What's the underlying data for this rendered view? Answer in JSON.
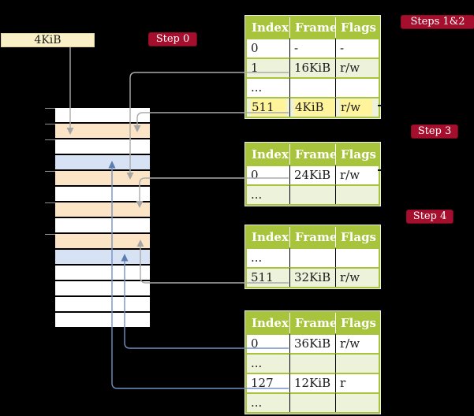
{
  "frame_box": {
    "label": "4KiB"
  },
  "step_badges": [
    {
      "label": "Step 0"
    },
    {
      "label": "Steps 1&2"
    },
    {
      "label": "Step 3"
    },
    {
      "label": "Step 4"
    }
  ],
  "memory_stack": {
    "rows": [
      "white",
      "orange",
      "white",
      "blue",
      "orange",
      "white",
      "orange",
      "white",
      "orange",
      "blue",
      "white",
      "white",
      "white",
      "white"
    ],
    "tick_rows": [
      0,
      1,
      2,
      4,
      6,
      8
    ]
  },
  "page_tables": [
    {
      "headers": [
        "Index",
        "Frame",
        "Flags"
      ],
      "rows": [
        [
          "0",
          "-",
          "-"
        ],
        [
          "1",
          "16KiB",
          "r/w"
        ],
        [
          "...",
          "",
          ""
        ],
        [
          "511",
          "4KiB",
          "r/w"
        ]
      ],
      "highlight_row": 3
    },
    {
      "headers": [
        "Index",
        "Frame",
        "Flags"
      ],
      "rows": [
        [
          "0",
          "24KiB",
          "r/w"
        ],
        [
          "...",
          "",
          ""
        ]
      ],
      "highlight_row": -1
    },
    {
      "headers": [
        "Index",
        "Frame",
        "Flags"
      ],
      "rows": [
        [
          "...",
          "",
          ""
        ],
        [
          "511",
          "32KiB",
          "r/w"
        ]
      ],
      "highlight_row": -1
    },
    {
      "headers": [
        "Index",
        "Frame",
        "Flags"
      ],
      "rows": [
        [
          "0",
          "36KiB",
          "r/w"
        ],
        [
          "...",
          "",
          ""
        ],
        [
          "127",
          "12KiB",
          "r"
        ],
        [
          "...",
          "",
          ""
        ]
      ],
      "highlight_row": -1
    }
  ],
  "arrows": [
    {
      "name": "root-pointer-arrow",
      "color": "gray",
      "from": "frame-box-4KiB",
      "to": "memory-row-2"
    },
    {
      "name": "l4-entry-1-arrow",
      "color": "gray",
      "from": "table1-row-1",
      "to": "memory-row-5"
    },
    {
      "name": "l4-entry-511-arrow",
      "color": "gray",
      "from": "table1-row-511",
      "to": "memory-row-2"
    },
    {
      "name": "l3-entry-0-arrow",
      "color": "gray",
      "from": "table2-row-0",
      "to": "memory-row-7"
    },
    {
      "name": "l2-entry-511-arrow",
      "color": "gray",
      "from": "table3-row-511",
      "to": "memory-row-9"
    },
    {
      "name": "l1-entry-0-arrow",
      "color": "blue",
      "from": "table4-row-0",
      "to": "memory-row-10"
    },
    {
      "name": "l1-entry-127-arrow",
      "color": "blue",
      "from": "table4-row-127",
      "to": "memory-row-4"
    }
  ],
  "colors": {
    "background": "#000000",
    "badge": "#A50E2D",
    "badge_border": "#7C0A22",
    "table_header_green": "#A8C43C",
    "table_row_shaded": "#EDF2DB",
    "memory_row_orange": "#FCE4C7",
    "memory_row_blue": "#D7E3F5",
    "highlight_yellow": "#FFF49C",
    "line_gray": "#ABABAB",
    "line_blue": "#7391C4",
    "frame_box_bg": "#FAF0C8"
  }
}
